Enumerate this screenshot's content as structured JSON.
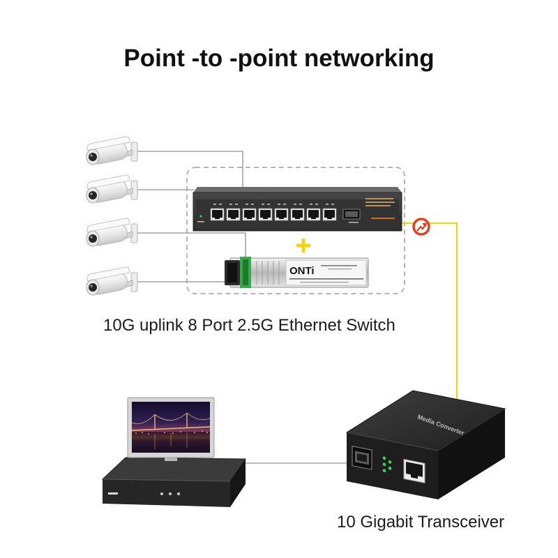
{
  "title": "Point -to -point networking",
  "captions": {
    "switch": "10G uplink 8 Port 2.5G Ethernet Switch",
    "transceiver": "10 Gigabit Transceiver"
  },
  "sfp_module": {
    "brand": "ONTi"
  },
  "media_converter": {
    "label": "Media Converter"
  },
  "icons": {
    "camera": "bullet-camera-icon",
    "fiber": "fiber-link-icon",
    "plus": "plus-icon"
  },
  "colors": {
    "fiber_line": "#f0d21a",
    "cable_line": "#a3a3a3",
    "plus": "#f5d21c",
    "fiber_icon": "#e2401f",
    "led": "#3ccf55"
  }
}
